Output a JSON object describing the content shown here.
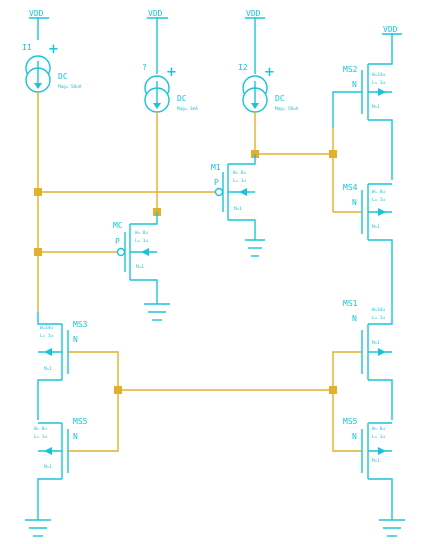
{
  "power": {
    "vdd_label": "VDD"
  },
  "sources": [
    {
      "name": "I1",
      "kind": "DC",
      "param": "Mag= 50uA"
    },
    {
      "name": "?",
      "kind": "DC",
      "param": "Mag= 1mA"
    },
    {
      "name": "I2",
      "kind": "DC",
      "param": "Mag= 50uA"
    }
  ],
  "transistors": [
    {
      "name": "M1",
      "type": "P",
      "p1": "W= 8u",
      "p2": "L= 1u",
      "m": "M=1"
    },
    {
      "name": "MC",
      "type": "P",
      "p1": "W= 8u",
      "p2": "L= 1u",
      "m": "M=1"
    },
    {
      "name": "MS2",
      "type": "N",
      "p1": "W=14u",
      "p2": "L= 1u",
      "m": "M=1"
    },
    {
      "name": "MS4",
      "type": "N",
      "p1": "W= 8u",
      "p2": "L= 1u",
      "m": "M=1"
    },
    {
      "name": "MS1",
      "type": "N",
      "p1": "W=14u",
      "p2": "L= 1u",
      "m": "M=1"
    },
    {
      "name": "MS5R",
      "label": "MS5",
      "type": "N",
      "p1": "W= 8u",
      "p2": "L= 1u",
      "m": "M=1"
    },
    {
      "name": "MS3",
      "type": "N",
      "p1": "W=14u",
      "p2": "L= 1u",
      "m": "M=1"
    },
    {
      "name": "MS5L",
      "label": "MS5",
      "type": "N",
      "p1": "W= 8u",
      "p2": "L= 1u",
      "m": "M=1"
    }
  ],
  "colors": {
    "component": "#19c4d8",
    "wire": "#e2b12c",
    "background": "#ffffff"
  }
}
